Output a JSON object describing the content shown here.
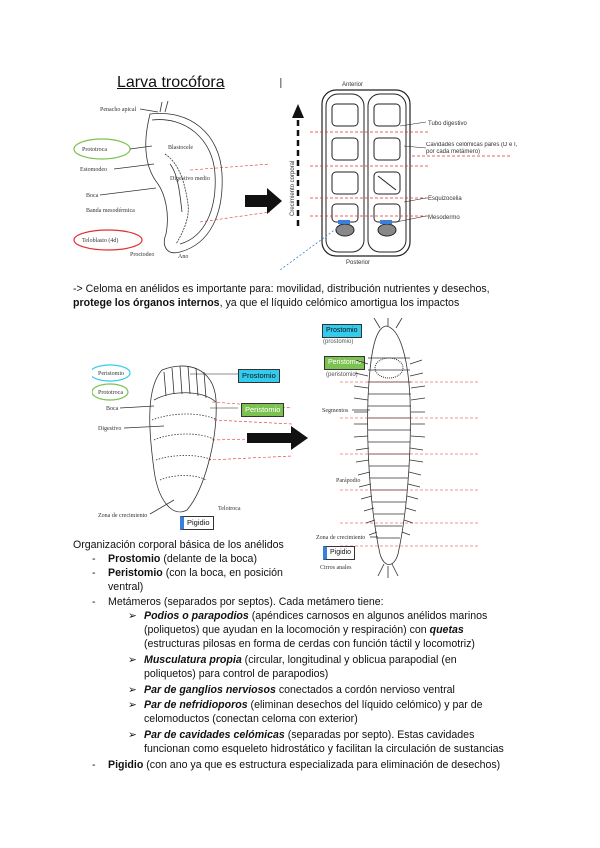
{
  "fig1": {
    "title": "Larva trocófora",
    "labels": {
      "penacho": "Penacho apical",
      "prototroca": "Prototroca",
      "blastocele": "Blastocele",
      "estomodeo": "Estomodeo",
      "digestivo": "Digestivo medio",
      "boca": "Boca",
      "banda": "Banda mesodérmica",
      "teloblasto": "Teloblasto (4d)",
      "proctodeo": "Proctodeo",
      "ano": "Ano"
    }
  },
  "fig2": {
    "anterior": "Anterior",
    "posterior": "Posterior",
    "eje": "Crecimiento corporal",
    "tubo": "Tubo digestivo",
    "cavidades": "Cavidades celómicas pares (D e I, por cada metámero)",
    "esquizocelia": "Esquizocelia",
    "mesodermo": "Mesodermo"
  },
  "para1": {
    "line1": "-> Celoma en anélidos es importante para: movilidad, distribución nutrientes y desechos,",
    "line2_bold": "protege los órganos internos",
    "line2_rest": ", ya que el líquido celómico amortigua los impactos"
  },
  "fig3": {
    "peristomio_lbl": "Peristomio",
    "prototroca": "Prototroca",
    "boca": "Boca",
    "digestivo": "Digestivo",
    "zona": "Zona de crecimiento",
    "telotroca": "Telotroca",
    "tags": {
      "prostomio": "Prostomio",
      "peristomio": "Peristomio",
      "pigidio": "Pigidio"
    }
  },
  "fig4": {
    "prost_tag": "Prostomio",
    "prost_sub": "(prostomio)",
    "peri_tag": "Peristomio",
    "peri_sub": "(peristomio)",
    "segmentos": "Segmentos",
    "parapodio": "Parápodio",
    "zona": "Zona de crecimiento",
    "pigidio": "Pigidio",
    "cirros": "Cirros anales"
  },
  "org": {
    "title": "Organización corporal básica de los anélidos",
    "items": {
      "prost_b": "Prostomio",
      "prost_r": " (delante de la boca)",
      "peri_b": "Peristomio",
      "peri_r": " (con la boca, en posición",
      "peri_r2": "ventral)",
      "meta": "Metámeros (separados por septos). Cada metámero tiene:",
      "s1_b": "Podios o parapodios",
      "s1_r": " (apéndices carnosos en algunos anélidos marinos",
      "s1_l2a": "(poliquetos) que ayudan en la locomoción y respiración) con ",
      "s1_l2b": "quetas",
      "s1_l3": "(estructuras pilosas en forma de cerdas con función táctil y locomotriz)",
      "s2_b": "Musculatura propia",
      "s2_r": " (circular, longitudinal y oblicua parapodial (en",
      "s2_l2": "poliquetos) para control de parapodios)",
      "s3_b": "Par de ganglios nerviosos",
      "s3_r": " conectados a cordón nervioso ventral",
      "s4_b": "Par de nefridioporos",
      "s4_r": " (eliminan desechos del líquido celómico) y par de",
      "s4_l2": "celomoductos (conectan celoma con exterior)",
      "s5_b": "Par de cavidades celómicas",
      "s5_r": " (separadas por septo). Estas cavidades",
      "s5_l2": "funcionan como esqueleto hidrostático y facilitan la circulación de sustancias",
      "pig_b": "Pigidio",
      "pig_r": " (con ano ya que es estructura especializada para eliminación de desechos)"
    }
  },
  "colors": {
    "cyan": "#33ccee",
    "green": "#7cc251",
    "red": "#e03030",
    "blue": "#3a7fd9"
  }
}
